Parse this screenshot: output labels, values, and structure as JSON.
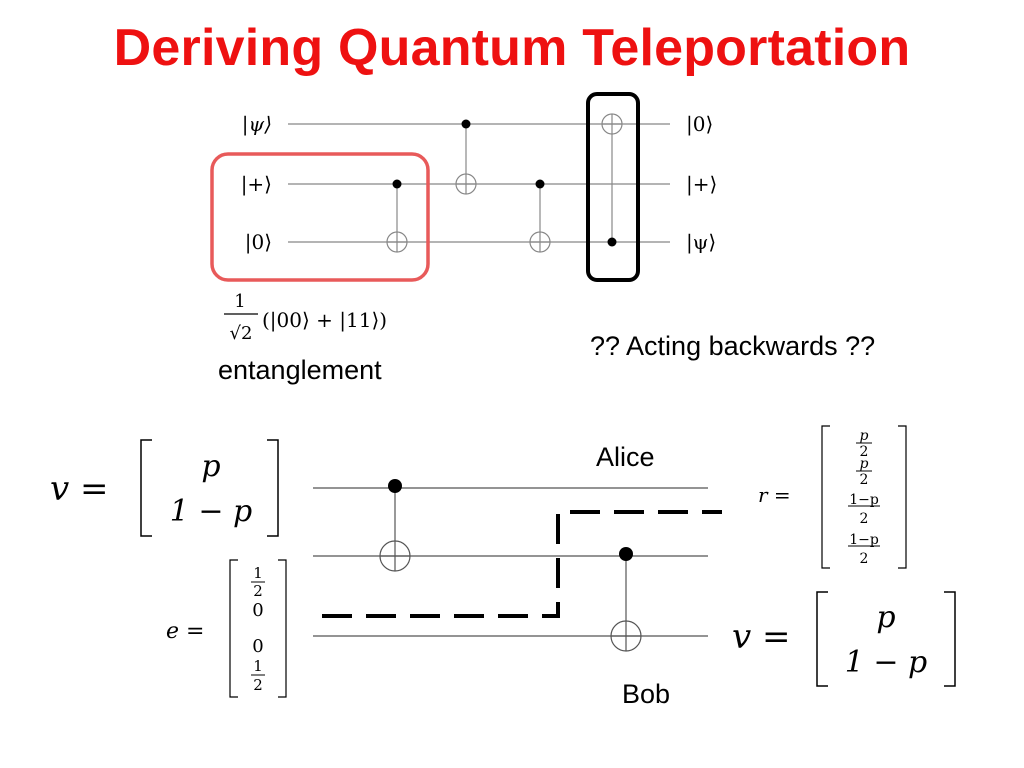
{
  "title": "Deriving Quantum Teleportation",
  "top_circuit": {
    "input_labels": [
      "|ψ⟩",
      "|+⟩",
      "|0⟩"
    ],
    "output_labels": [
      "|0⟩",
      "|+⟩",
      "|ψ⟩"
    ],
    "state_fraction_num": "1",
    "state_fraction_den": "√2",
    "state_expr": "(|00⟩ + |11⟩)",
    "entanglement_label": "entanglement",
    "backwards_label": "?? Acting backwards ??",
    "highlight_color": "#e85a5a"
  },
  "bottom_circuit": {
    "v_in_lhs": "v =",
    "v_in": [
      "p",
      "1 − p"
    ],
    "e_lhs": "e =",
    "e_vec": [
      "1",
      "2",
      "0",
      "0",
      "1",
      "2"
    ],
    "r_lhs": "r =",
    "r_vec": [
      "p",
      "2",
      "p",
      "2",
      "1−p",
      "2",
      "1−p",
      "2"
    ],
    "v_out_lhs": "v =",
    "v_out": [
      "p",
      "1 − p"
    ],
    "alice_label": "Alice",
    "bob_label": "Bob"
  }
}
